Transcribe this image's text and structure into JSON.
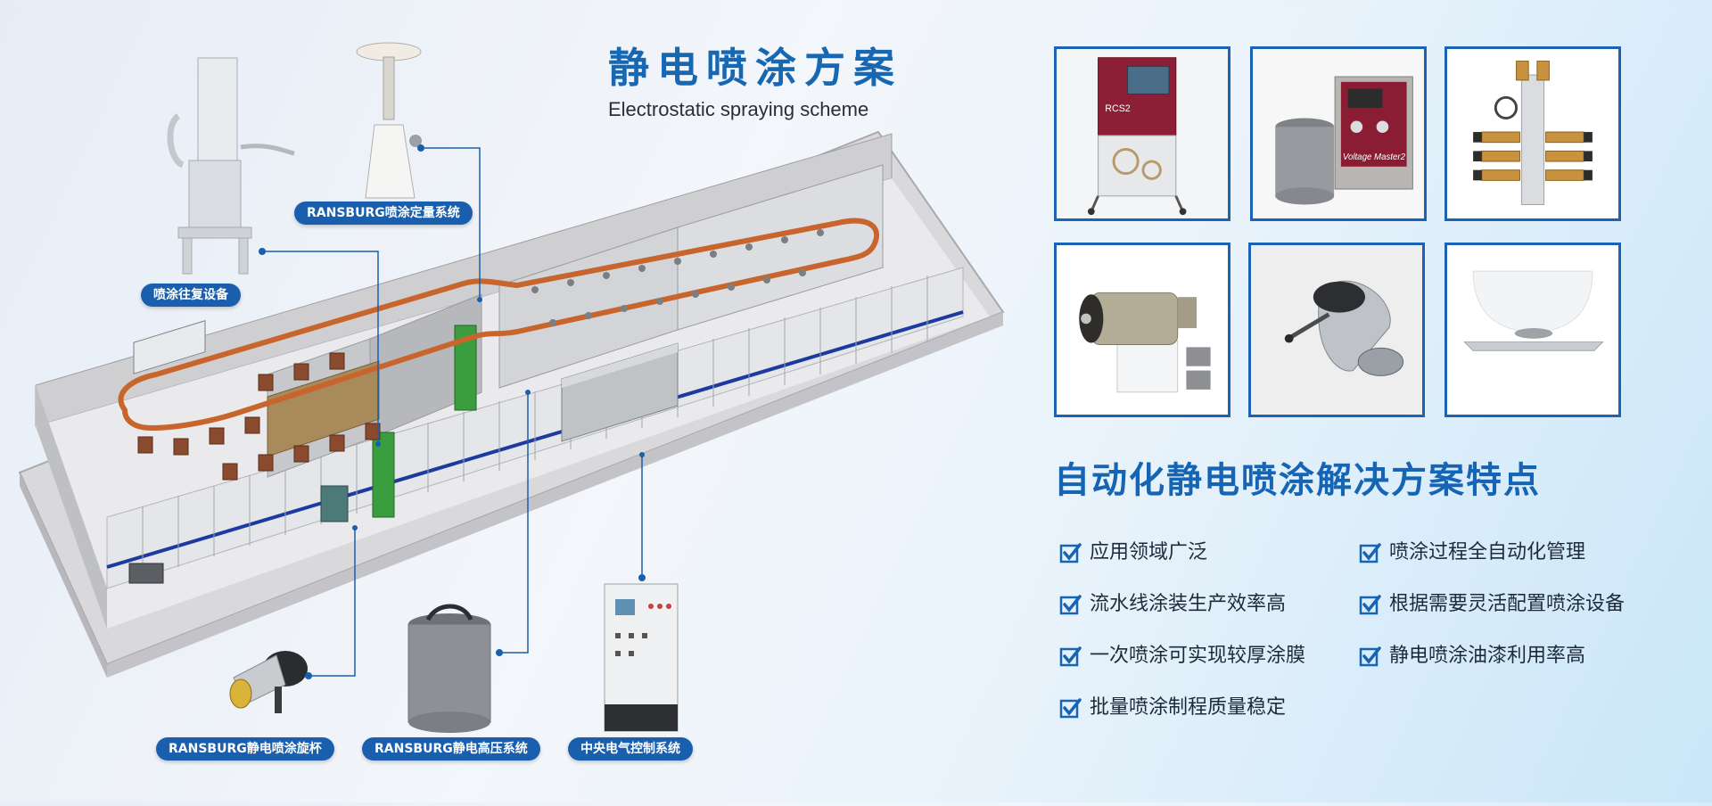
{
  "header": {
    "title_cn": "静电喷涂方案",
    "title_en": "Electrostatic spraying scheme"
  },
  "callouts": [
    {
      "label": "RANSBURG喷涂定量系统"
    },
    {
      "label": "喷涂往复设备"
    },
    {
      "label": "RANSBURG静电喷涂旋杯"
    },
    {
      "label": "RANSBURG静电高压系统"
    },
    {
      "label": "中央电气控制系统"
    }
  ],
  "product_labels": {
    "rcs2": "RCS2",
    "voltage_master": "Voltage Master2"
  },
  "features": {
    "title": "自动化静电喷涂解决方案特点",
    "items": [
      {
        "text": "应用领域广泛"
      },
      {
        "text": "喷涂过程全自动化管理"
      },
      {
        "text": "流水线涂装生产效率高"
      },
      {
        "text": "根据需要灵活配置喷涂设备"
      },
      {
        "text": "一次喷涂可实现较厚涂膜"
      },
      {
        "text": "静电喷涂油漆利用率高"
      },
      {
        "text": "批量喷涂制程质量稳定"
      }
    ]
  },
  "colors": {
    "accent": "#1768b3",
    "callout_bg": "#1a5fae",
    "conveyor": "#c8652c"
  },
  "icons": {
    "check": "checkbox-checked-icon"
  }
}
